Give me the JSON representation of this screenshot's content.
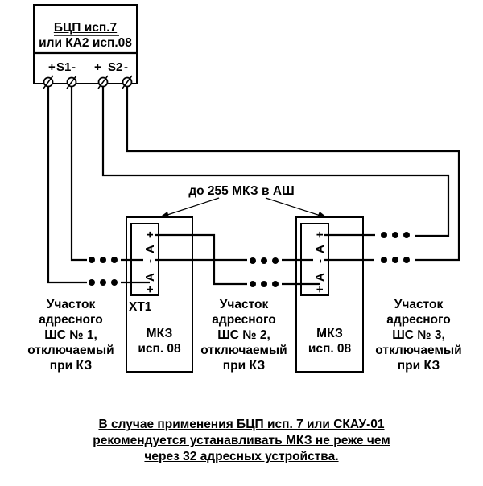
{
  "controller": {
    "title_line1": "БЦП исп.7",
    "title_line2": "или КА2 исп.08",
    "terminals": {
      "s1_plus": "+",
      "s1_label": "S1",
      "s1_minus": "-",
      "s2_plus": "+",
      "s2_label": "S2",
      "s2_minus": "-"
    }
  },
  "callout": {
    "text": "до 255 МКЗ в АШ"
  },
  "modules": [
    {
      "connector_label": "XT1",
      "name": "МКЗ",
      "variant": "исп. 08",
      "pins": [
        "+",
        "А",
        "-",
        "А",
        "+"
      ]
    },
    {
      "name": "МКЗ",
      "variant": "исп. 08",
      "pins": [
        "+",
        "А",
        "-",
        "А",
        "+"
      ]
    }
  ],
  "segments": [
    {
      "line1": "Участок",
      "line2": "адресного",
      "line3": "ШС № 1,",
      "line4": "отключаемый",
      "line5": "при КЗ"
    },
    {
      "line1": "Участок",
      "line2": "адресного",
      "line3": "ШС № 2,",
      "line4": "отключаемый",
      "line5": "при КЗ"
    },
    {
      "line1": "Участок",
      "line2": "адресного",
      "line3": "ШС № 3,",
      "line4": "отключаемый",
      "line5": "при КЗ"
    }
  ],
  "note": {
    "line1": "В случае применения БЦП исп. 7 или СКАУ-01",
    "line2": "рекомендуется устанавливать МКЗ не реже чем",
    "line3": "через 32 адресных устройства."
  }
}
